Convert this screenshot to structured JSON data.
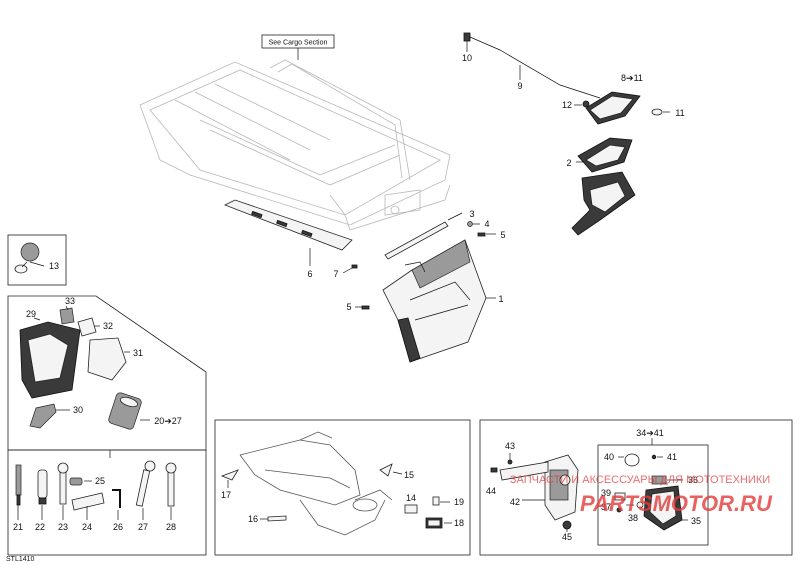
{
  "cargo_note": "See Cargo Section",
  "figure_code": "STL1410",
  "callouts": {
    "c1": "1",
    "c2": "2",
    "c3": "3",
    "c4": "4",
    "c5a": "5",
    "c5b": "5",
    "c6": "6",
    "c7": "7",
    "c8_11": "8➔11",
    "c9": "9",
    "c10": "10",
    "c11": "11",
    "c12": "12",
    "c13": "13",
    "c29": "29",
    "c30": "30",
    "c31": "31",
    "c32": "32",
    "c33": "33",
    "c20_27": "20➔27",
    "c21": "21",
    "c22": "22",
    "c23": "23",
    "c24": "24",
    "c25": "25",
    "c26": "26",
    "c27": "27",
    "c28": "28",
    "c14": "14",
    "c15": "15",
    "c16": "16",
    "c17": "17",
    "c18": "18",
    "c19": "19",
    "c34_41": "34➔41",
    "c35": "35",
    "c36": "36",
    "c37": "37",
    "c38": "38",
    "c39": "39",
    "c40": "40",
    "c41": "41",
    "c42": "42",
    "c43": "43",
    "c44": "44",
    "c45": "45"
  },
  "watermark": {
    "caption": "ЗАПЧАСТИ И АКСЕССУАРЫ ДЛЯ МОТОТЕХНИКИ",
    "logo": "PARTSMOTOR.RU"
  },
  "colors": {
    "watermark": "#e33b3b",
    "line": "#222222",
    "fill_dark": "#3a3a3a"
  }
}
